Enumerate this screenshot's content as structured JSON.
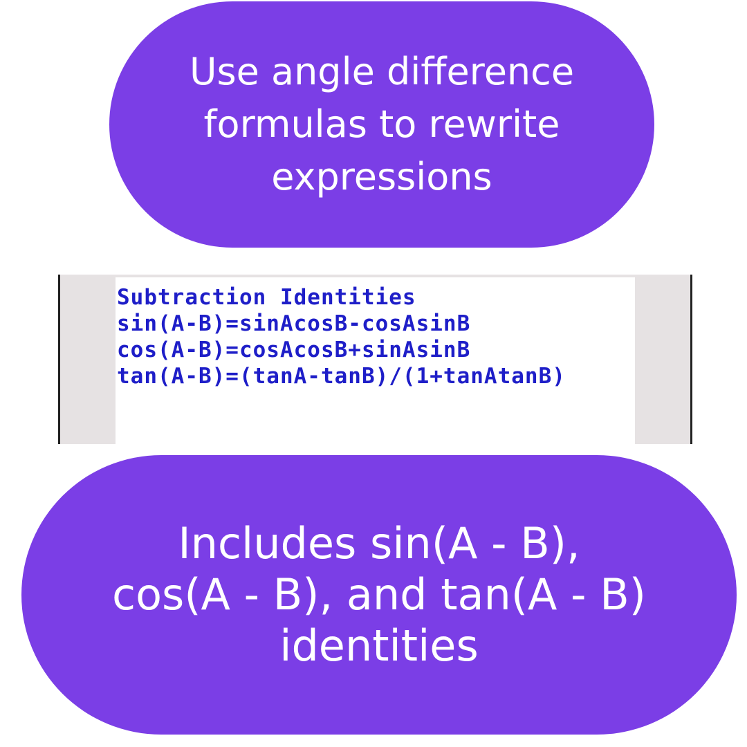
{
  "top_bubble": {
    "text": "Use angle difference\nformulas to rewrite\nexpressions"
  },
  "calculator_screen": {
    "title": "Subtraction Identities",
    "lines": [
      "sin(A-B)=sinAcosB-cosAsinB",
      "cos(A-B)=cosAcosB+sinAsinB",
      "tan(A-B)=(tanA-tanB)/(1+tanAtanB)"
    ]
  },
  "bottom_bubble": {
    "text": "Includes sin(A - B),\ncos(A - B), and tan(A - B)\nidentities"
  },
  "colors": {
    "bubble": "#7b3ee6",
    "calc_text": "#1e1ec8",
    "calc_bezel": "#e6e2e3"
  }
}
